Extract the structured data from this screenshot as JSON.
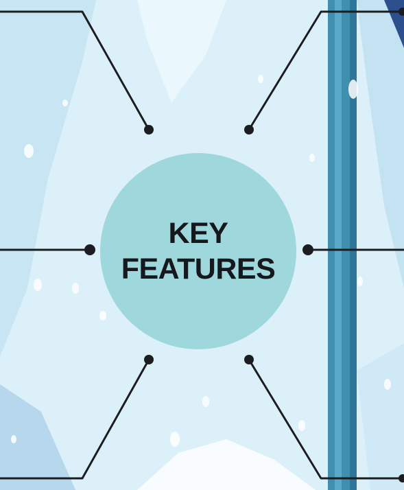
{
  "hub": {
    "line1": "KEY",
    "line2": "FEATURES"
  },
  "colors": {
    "background": "#dcf0fa",
    "hub_fill": "#9fd8dc",
    "connector": "#1b1d21",
    "pole": "#3f8fb0",
    "snow": "#ffffff"
  },
  "connectors": [
    {
      "name": "connector-top-left",
      "direction": "top-left"
    },
    {
      "name": "connector-top-right",
      "direction": "top-right"
    },
    {
      "name": "connector-middle-left",
      "direction": "left"
    },
    {
      "name": "connector-middle-right",
      "direction": "right"
    },
    {
      "name": "connector-bottom-left",
      "direction": "bottom-left"
    },
    {
      "name": "connector-bottom-right",
      "direction": "bottom-right"
    }
  ]
}
